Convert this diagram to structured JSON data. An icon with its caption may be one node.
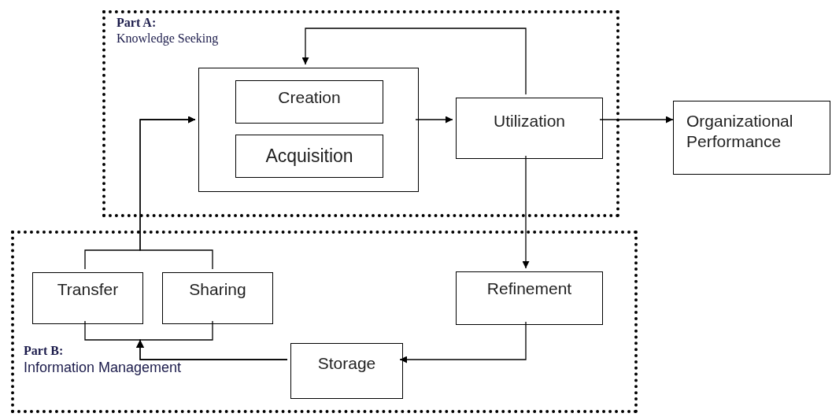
{
  "diagram": {
    "nodes": [
      {
        "text": [
          "Part A:",
          "Knowledge Seeking"
        ]
      },
      {
        "text": [],
        "shape": "box",
        "in": 0
      },
      {
        "text": [
          "Creation"
        ],
        "in": 1
      },
      {
        "text": [
          "Acquisition"
        ],
        "in": 1
      },
      {
        "text": [
          "Utilization"
        ],
        "in": 0
      },
      {
        "text": [
          "Organizational Performance"
        ]
      },
      {
        "text": [
          "Part B:",
          "Information Management"
        ]
      },
      {
        "text": [
          "Transfer"
        ],
        "in": 6
      },
      {
        "text": [
          "Sharing"
        ],
        "in": 6
      },
      {
        "text": [
          "Refinement"
        ],
        "in": 6
      },
      {
        "text": [
          "Storage"
        ],
        "in": 6
      }
    ],
    "edges": [
      {
        "from": 1,
        "to": 4,
        "arrow": "to"
      },
      {
        "from": 4,
        "to": 5,
        "arrow": "to"
      },
      {
        "from": 4,
        "to": 1,
        "arrow": "to"
      },
      {
        "from": 4,
        "to": 9,
        "arrow": "to"
      },
      {
        "from": 9,
        "to": 10,
        "arrow": "to"
      },
      {
        "from": 10,
        "to": 7,
        "arrow": "to"
      },
      {
        "from": 10,
        "to": 8,
        "arrow": "to"
      },
      {
        "from": 7,
        "to": 1,
        "arrow": "to"
      },
      {
        "from": 8,
        "to": 1,
        "arrow": "to"
      }
    ]
  }
}
